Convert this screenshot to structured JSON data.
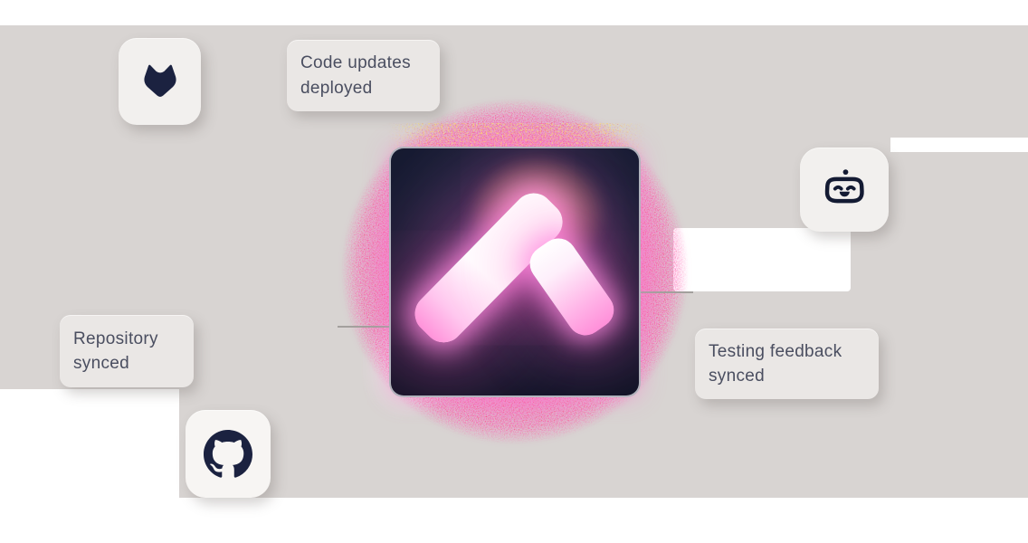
{
  "scene": {
    "description": "Integration hero graphic: glowing logo tile connected to source-control and bot service chips",
    "page_bg": "#ffffff",
    "canvas_bg": "#d8d4d2",
    "text_color": "#4a4e60",
    "connector_color": "#a3a09d"
  },
  "center_logo": {
    "icon": "glowing-caret-logo",
    "tile_color": "#12152a",
    "glow_color": "#ff5fc0",
    "bar_highlight": "#ffffff",
    "bar_pink": "#ff93da"
  },
  "cards": {
    "gitlab": {
      "icon": "gitlab-icon",
      "icon_color": "#1b2240"
    },
    "code_updates": {
      "label": "Code updates deployed"
    },
    "bot": {
      "icon": "bot-icon",
      "icon_color": "#141b33"
    },
    "testing_feedback": {
      "label": "Testing feedback synced"
    },
    "repository_synced": {
      "label": "Repository synced"
    },
    "github": {
      "icon": "github-icon",
      "icon_color": "#1b2240"
    }
  }
}
